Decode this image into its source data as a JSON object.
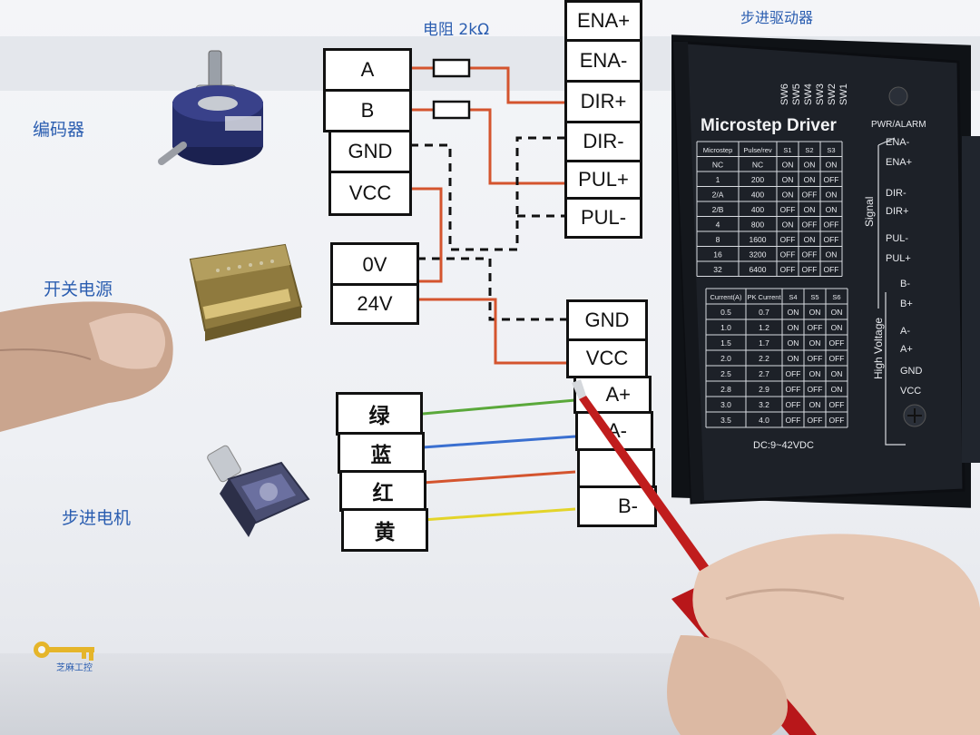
{
  "labels": {
    "encoder": "编码器",
    "power_supply": "开关电源",
    "stepper_motor": "步进电机",
    "driver_title": "步进驱动器",
    "resistor": "电阻 2kΩ",
    "logo_text": "芝麻工控"
  },
  "encoder_terminals": [
    "A",
    "B",
    "GND",
    "VCC"
  ],
  "power_terminals": [
    "0V",
    "24V"
  ],
  "driver_signal_terminals": [
    "ENA+",
    "ENA-",
    "DIR+",
    "DIR-",
    "PUL+",
    "PUL-"
  ],
  "driver_power_terminals": [
    "GND",
    "VCC",
    "A+",
    "A-",
    "B+",
    "B-"
  ],
  "motor_wires": [
    "绿",
    "蓝",
    "红",
    "黄"
  ],
  "driver_label": {
    "title": "Microstep Driver",
    "pwr_alarm": "PWR/ALARM",
    "switches": [
      "SW6",
      "SW5",
      "SW4",
      "SW3",
      "SW2",
      "SW1"
    ],
    "signal_side": "Signal",
    "high_voltage_side": "High Voltage",
    "dc_range": "DC:9~42VDC",
    "signal_pins": [
      "ENA-",
      "ENA+",
      "DIR-",
      "DIR+",
      "PUL-",
      "PUL+"
    ],
    "hv_pins": [
      "B-",
      "B+",
      "A-",
      "A+",
      "GND",
      "VCC"
    ],
    "microstep_table": {
      "headers": [
        "Microstep",
        "Pulse/rev",
        "S1",
        "S2",
        "S3"
      ],
      "rows": [
        [
          "NC",
          "NC",
          "ON",
          "ON",
          "ON"
        ],
        [
          "1",
          "200",
          "ON",
          "ON",
          "OFF"
        ],
        [
          "2/A",
          "400",
          "ON",
          "OFF",
          "ON"
        ],
        [
          "2/B",
          "400",
          "OFF",
          "ON",
          "ON"
        ],
        [
          "4",
          "800",
          "ON",
          "OFF",
          "OFF"
        ],
        [
          "8",
          "1600",
          "OFF",
          "ON",
          "OFF"
        ],
        [
          "16",
          "3200",
          "OFF",
          "OFF",
          "ON"
        ],
        [
          "32",
          "6400",
          "OFF",
          "OFF",
          "OFF"
        ]
      ]
    },
    "current_table": {
      "headers": [
        "Current(A)",
        "PK Current",
        "S4",
        "S5",
        "S6"
      ],
      "rows": [
        [
          "0.5",
          "0.7",
          "ON",
          "ON",
          "ON"
        ],
        [
          "1.0",
          "1.2",
          "ON",
          "OFF",
          "ON"
        ],
        [
          "1.5",
          "1.7",
          "ON",
          "ON",
          "OFF"
        ],
        [
          "2.0",
          "2.2",
          "ON",
          "OFF",
          "OFF"
        ],
        [
          "2.5",
          "2.7",
          "OFF",
          "ON",
          "ON"
        ],
        [
          "2.8",
          "2.9",
          "OFF",
          "OFF",
          "ON"
        ],
        [
          "3.0",
          "3.2",
          "OFF",
          "ON",
          "OFF"
        ],
        [
          "3.5",
          "4.0",
          "OFF",
          "OFF",
          "OFF"
        ]
      ]
    }
  },
  "colors": {
    "label_blue": "#2a5db0",
    "wire_red": "#d4542e",
    "wire_green": "#5aa83a",
    "wire_blue": "#3a6fd0",
    "wire_yellow": "#e3d42a",
    "driver_body": "#1d2128"
  }
}
